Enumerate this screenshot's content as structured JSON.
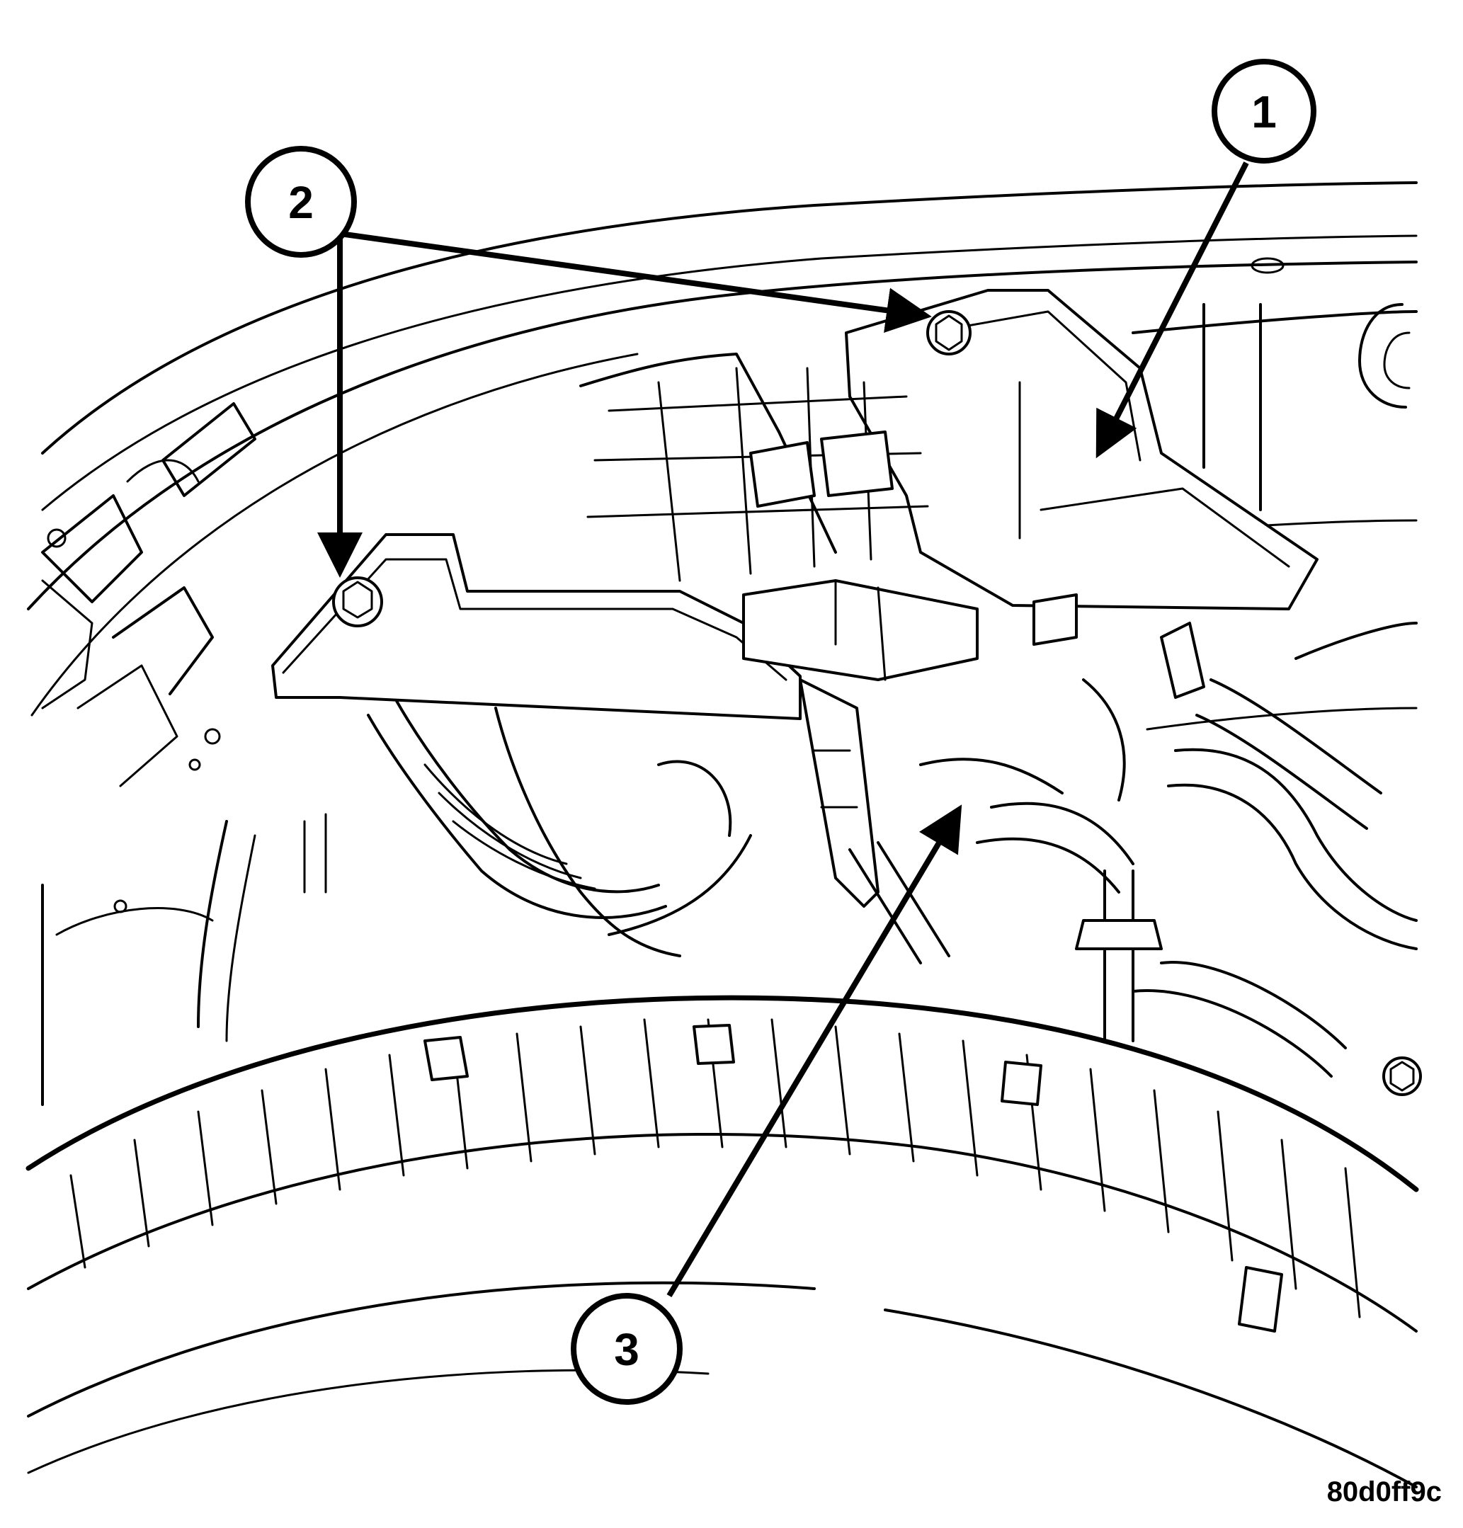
{
  "callouts": [
    {
      "id": "1",
      "label": "1"
    },
    {
      "id": "2",
      "label": "2"
    },
    {
      "id": "3",
      "label": "3"
    }
  ],
  "figure_id": "80d0ff9c",
  "colors": {
    "line": "#000000",
    "background": "#ffffff"
  }
}
